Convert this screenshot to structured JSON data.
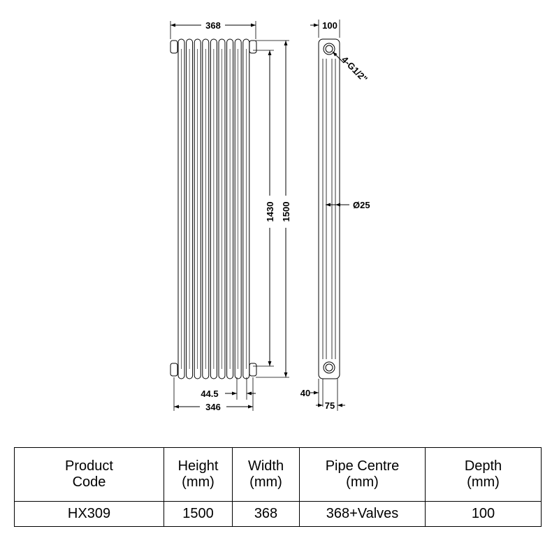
{
  "drawing": {
    "front_view": {
      "overall_width": "368",
      "overall_height": "1500",
      "pipe_centre_height": "1430",
      "column_pitch": "44.5",
      "body_width": "346"
    },
    "side_view": {
      "depth": "100",
      "connection_label": "4-G1/2\"",
      "tube_diameter": "Ø25",
      "bottom_offset": "40",
      "leg_spacing": "75"
    }
  },
  "table": {
    "headers": [
      [
        "Product",
        "Code"
      ],
      [
        "Height",
        "(mm)"
      ],
      [
        "Width",
        "(mm)"
      ],
      [
        "Pipe Centre",
        "(mm)"
      ],
      [
        "Depth",
        "(mm)"
      ]
    ],
    "rows": [
      [
        "HX309",
        "1500",
        "368",
        "368+Valves",
        "100"
      ]
    ]
  }
}
